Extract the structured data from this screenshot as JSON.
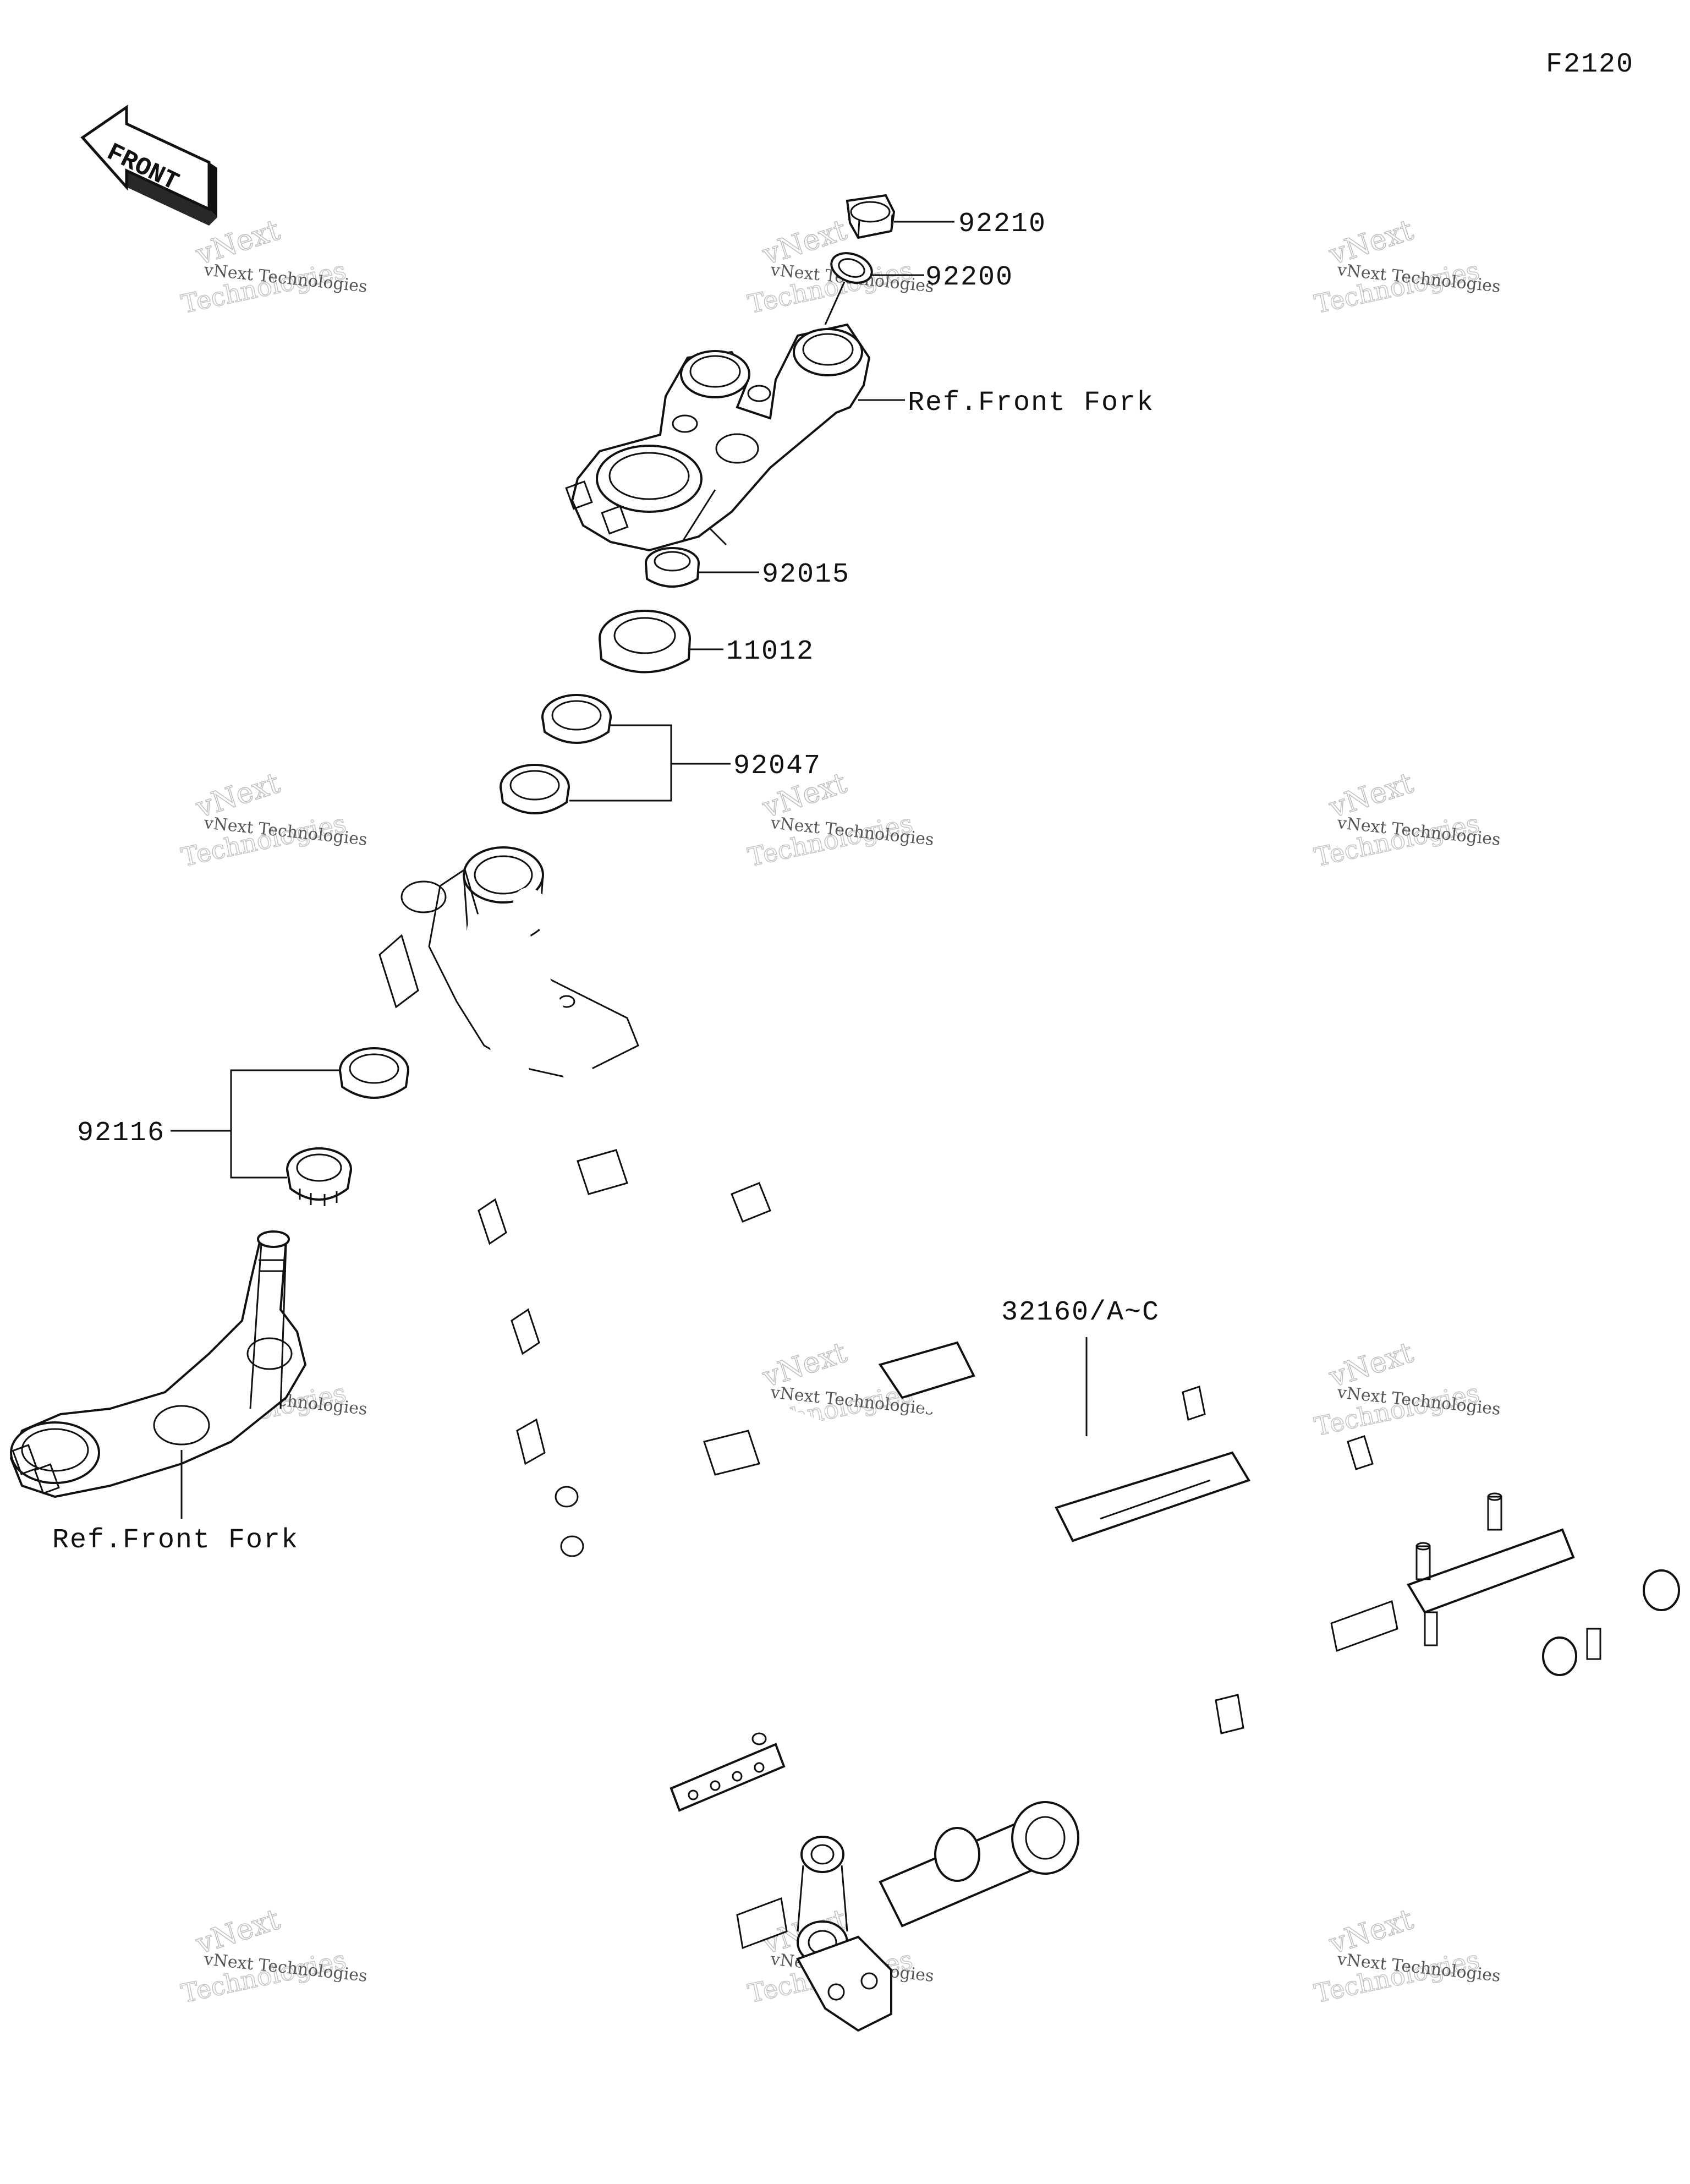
{
  "figure_code": "F2120",
  "direction_label": "FRONT",
  "icons": {
    "front_arrow": "front-direction-arrow-icon"
  },
  "parts": [
    {
      "id": "p92210",
      "number": "92210"
    },
    {
      "id": "p92200",
      "number": "92200"
    },
    {
      "id": "pRefUpper",
      "number": "Ref.Front Fork"
    },
    {
      "id": "p92015",
      "number": "92015"
    },
    {
      "id": "p11012",
      "number": "11012"
    },
    {
      "id": "p92047",
      "number": "92047"
    },
    {
      "id": "p92116",
      "number": "92116"
    },
    {
      "id": "pRefLower",
      "number": "Ref.Front Fork"
    },
    {
      "id": "p32160",
      "number": "32160/A~C"
    }
  ],
  "watermark": {
    "line1": "vNext Technologies",
    "line2": "vNext",
    "line3": "Technologies"
  }
}
